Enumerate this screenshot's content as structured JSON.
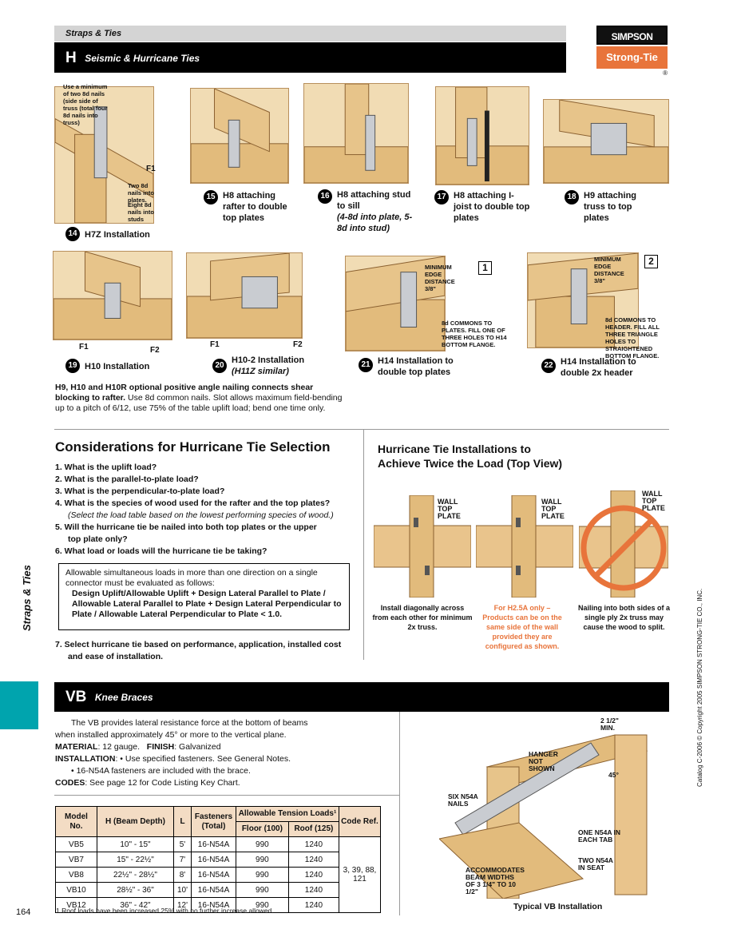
{
  "header": {
    "section_label": "Straps & Ties",
    "series_letter": "H",
    "series_title": "Seismic & Hurricane Ties"
  },
  "logo": {
    "top": "SIMPSON",
    "bottom": "Strong-Tie",
    "mark": "®"
  },
  "figures": [
    {
      "num": "14",
      "caption": "H7Z Installation",
      "italic": ""
    },
    {
      "num": "15",
      "caption": "H8 attaching rafter to double top plates",
      "italic": ""
    },
    {
      "num": "16",
      "caption": "H8 attaching stud to sill",
      "italic": "(4-8d into plate, 5-8d into stud)"
    },
    {
      "num": "17",
      "caption": "H8 attaching I-joist to double top plates",
      "italic": ""
    },
    {
      "num": "18",
      "caption": "H9 attaching truss to top plates",
      "italic": ""
    },
    {
      "num": "19",
      "caption": "H10 Installation",
      "italic": ""
    },
    {
      "num": "20",
      "caption": "H10-2 Installation",
      "italic": "(H11Z similar)"
    },
    {
      "num": "21",
      "caption": "H14 Installation to double top plates",
      "italic": ""
    },
    {
      "num": "22",
      "caption": "H14 Installation to double 2x header",
      "italic": ""
    }
  ],
  "callouts": {
    "h7z_top": "Use a minimum of two 8d nails (side side of truss (total four 8d nails into truss)",
    "h7z_mid": "Two 8d nails into plates.",
    "h7z_low": "Eight 8d nails into studs",
    "f1": "F1",
    "f2": "F2",
    "h14_min": "MINIMUM EDGE DISTANCE 3/8\"",
    "h14_nails": "8d COMMONS TO PLATES. FILL ONE OF THREE HOLES TO H14 BOTTOM FLANGE.",
    "h14b_min": "MINIMUM EDGE DISTANCE 3/8\"",
    "h14b_nails": "8d COMMONS TO HEADER. FILL ALL THREE TRIANGLE HOLES TO STRAIGHTENED BOTTOM FLANGE.",
    "box1": "1",
    "box2": "2"
  },
  "h10_note": {
    "bold": "H9, H10 and H10R optional positive angle nailing connects shear blocking to rafter.",
    "normal": " Use 8d common nails. Slot allows maximum field-bending up to a pitch of 6/12, use 75% of the table uplift load; bend one time only."
  },
  "considerations": {
    "title": "Considerations for Hurricane Tie Selection",
    "q1": "1. What is the uplift load?",
    "q2": "2. What is the parallel-to-plate load?",
    "q3": "3. What is the perpendicular-to-plate load?",
    "q4": "4. What is the species of wood used for the rafter and the top plates?",
    "q4_sub": "(Select the load table based on the lowest performing species of wood.)",
    "q5a": "5. Will the hurricane tie be nailed into both top plates or the upper",
    "q5b": "top plate only?",
    "q6": "6. What load or loads will the hurricane tie be taking?",
    "allow_intro": "Allowable simultaneous loads in more than one direction on a single connector must be evaluated as follows:",
    "allow_formula": "Design Uplift/Allowable Uplift + Design Lateral Parallel to Plate / Allowable Lateral Parallel to Plate + Design Lateral Perpendicular to Plate / Allowable Lateral Perpendicular to Plate < 1.0.",
    "q7a": "7. Select hurricane tie based on performance, application, installed cost",
    "q7b": "and ease of installation."
  },
  "twice": {
    "title1": "Hurricane Tie Installations to",
    "title2": "Achieve Twice the Load (Top View)",
    "label": "WALL TOP PLATE",
    "cap1": "Install diagonally across from each other for minimum 2x truss.",
    "cap2": "For H2.5A only – Products can be on the same side of the wall provided they are configured as shown.",
    "cap3": "Nailing into both sides of a single ply 2x truss may cause the wood to split."
  },
  "vb": {
    "letter": "VB",
    "title": "Knee Braces",
    "line1": "The VB provides lateral resistance force at the bottom of beams",
    "line2": "when installed approximately 45° or more to the vertical plane.",
    "mat_k": "MATERIAL",
    "mat_v": ": 12 gauge.",
    "fin_k": "FINISH",
    "fin_v": ": Galvanized",
    "inst_k": "INSTALLATION",
    "inst_v": ": • Use specified fasteners. See General Notes.",
    "inst2": "• 16-N54A fasteners are included with the brace.",
    "codes_k": "CODES",
    "codes_v": ": See page 12 for Code Listing Key Chart.",
    "fig_caption": "Typical VB Installation",
    "callout_min": "2 1/2\" MIN.",
    "callout_hanger": "HANGER NOT SHOWN",
    "callout_six": "SIX N54A NAILS",
    "callout_one": "ONE N54A IN EACH TAB",
    "callout_two": "TWO N54A IN SEAT",
    "callout_acc": "ACCOMMODATES BEAM WIDTHS OF 3 1/4\" TO 10 1/2\"",
    "callout_deg": "45°"
  },
  "table": {
    "h_model": "Model No.",
    "h_h": "H (Beam Depth)",
    "h_l": "L",
    "h_fast": "Fasteners (Total)",
    "h_allow": "Allowable Tension Loads¹",
    "h_floor": "Floor (100)",
    "h_roof": "Roof (125)",
    "h_code": "Code Ref.",
    "code_ref": "3, 39, 88, 121",
    "rows": [
      {
        "model": "VB5",
        "h": "10\" - 15\"",
        "l": "5'",
        "fast": "16-N54A",
        "floor": "990",
        "roof": "1240"
      },
      {
        "model": "VB7",
        "h": "15\" - 22½\"",
        "l": "7'",
        "fast": "16-N54A",
        "floor": "990",
        "roof": "1240"
      },
      {
        "model": "VB8",
        "h": "22½\" - 28½\"",
        "l": "8'",
        "fast": "16-N54A",
        "floor": "990",
        "roof": "1240"
      },
      {
        "model": "VB10",
        "h": "28½\" - 36\"",
        "l": "10'",
        "fast": "16-N54A",
        "floor": "990",
        "roof": "1240"
      },
      {
        "model": "VB12",
        "h": "36\" - 42\"",
        "l": "12'",
        "fast": "16-N54A",
        "floor": "990",
        "roof": "1240"
      }
    ],
    "footnote": "1.Roof loads have been increased 25% with no further increase allowed."
  },
  "page_number": "164",
  "side_label": "Straps & Ties",
  "copyright": "Catalog C-2006 © Copyright 2005 SIMPSON STRONG-TIE CO., INC.",
  "colors": {
    "accent_orange": "#e8743b",
    "teal_tab": "#00a4ae",
    "wood": "#f1dcb4"
  }
}
